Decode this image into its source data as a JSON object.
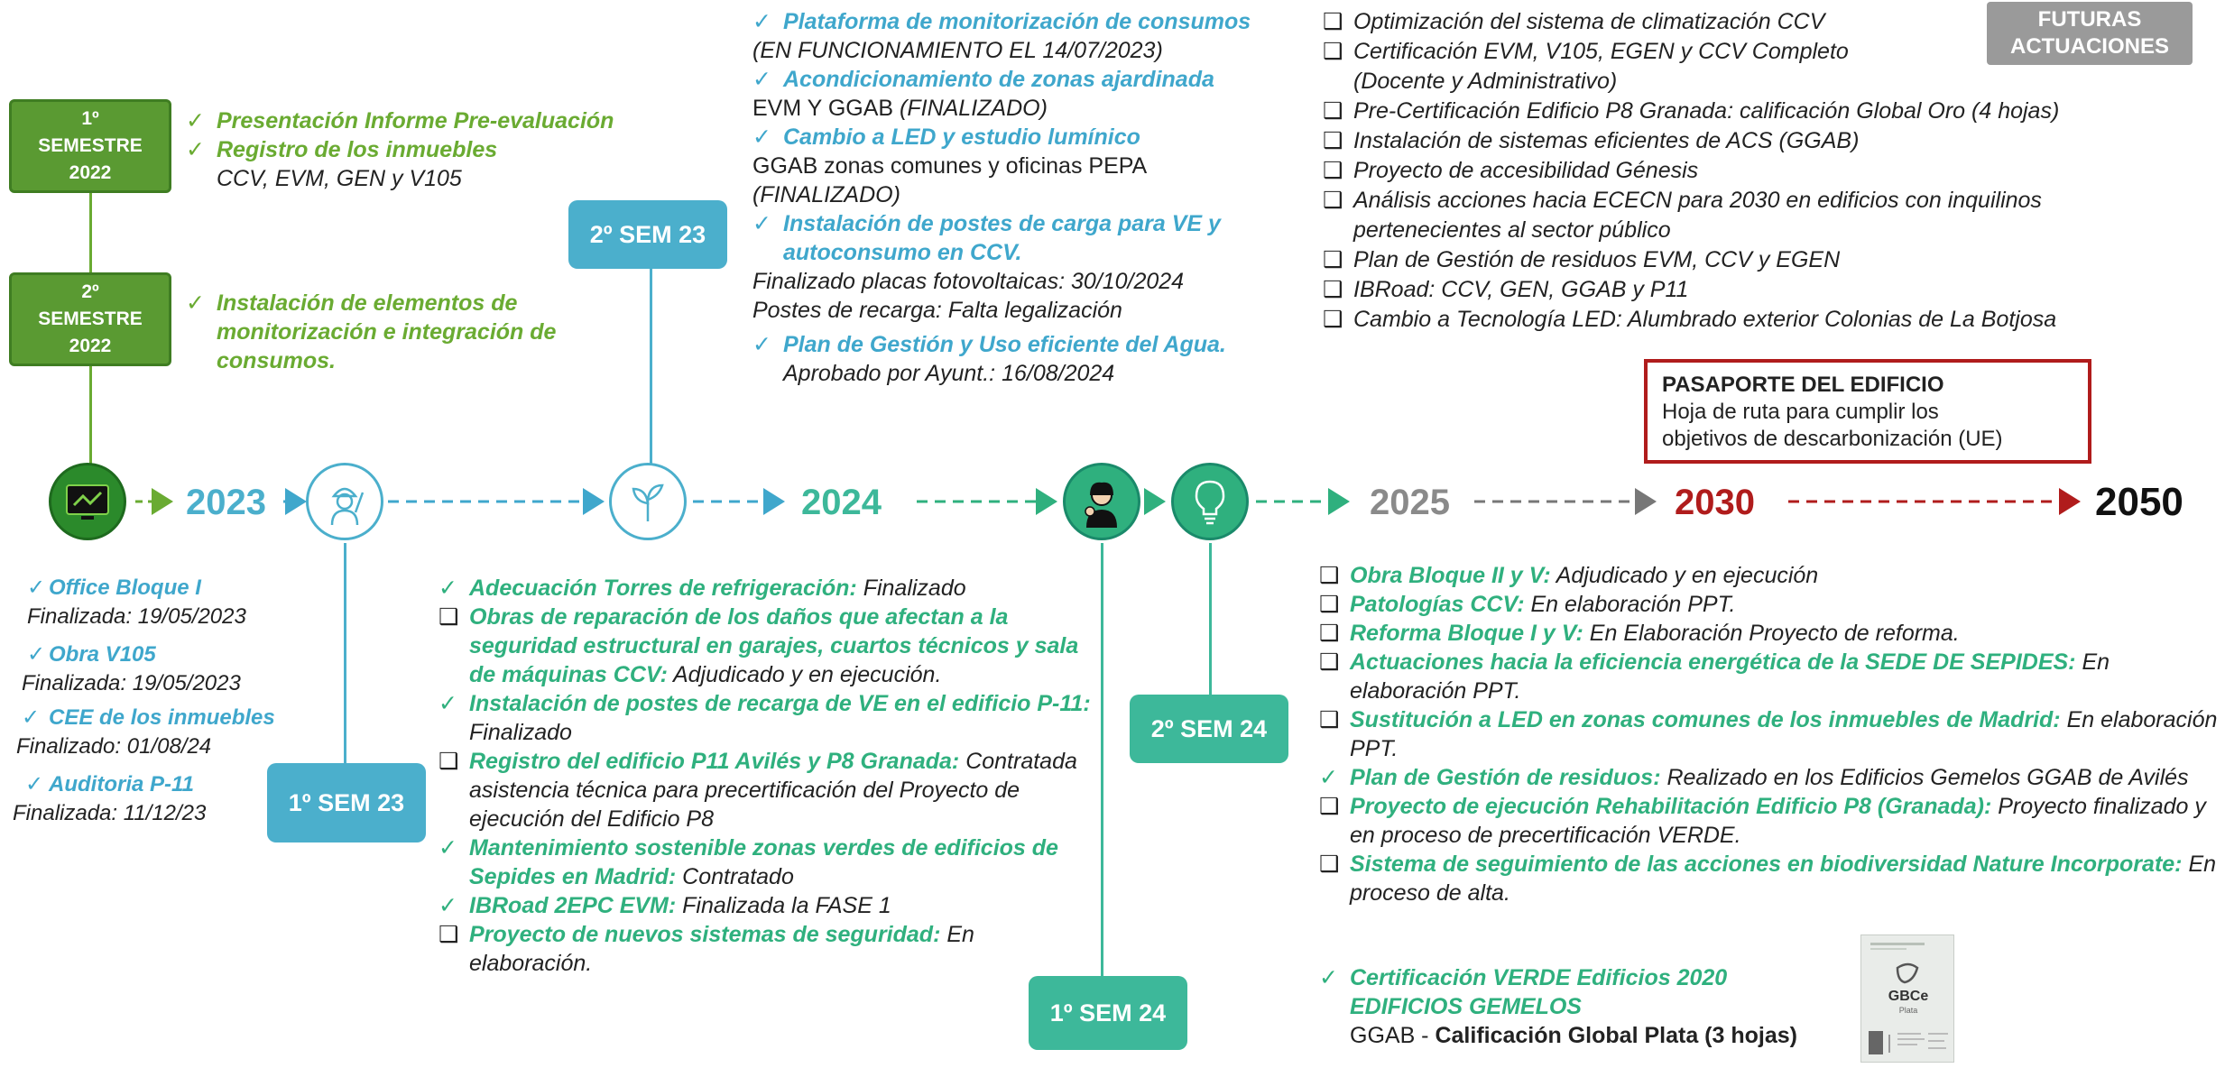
{
  "timeline": {
    "years": [
      "2023",
      "2024",
      "2025",
      "2030",
      "2050"
    ]
  },
  "boxes": {
    "sem1_2022": [
      "1º",
      "SEMESTRE",
      "2022"
    ],
    "sem2_2022": [
      "2º",
      "SEMESTRE",
      "2022"
    ],
    "sem2_23": "2º SEM 23",
    "sem1_23": "1º SEM 23",
    "sem2_24": "2º SEM 24",
    "sem1_24": "1º SEM 24",
    "futuras": [
      "FUTURAS",
      "ACTUACIONES"
    ]
  },
  "sem1_2022_items": [
    {
      "mark": "✓",
      "bold": "Presentación Informe Pre-evaluación"
    },
    {
      "mark": "✓",
      "bold": "Registro de los inmuebles"
    }
  ],
  "sem1_2022_sub": "CCV, EVM, GEN y V105",
  "sem2_2022_items": [
    {
      "mark": "✓",
      "bold": "Instalación de elementos de monitorización e integración de consumos."
    }
  ],
  "sem2_23_list": {
    "l1_bold": "Plataforma de monitorización de consumos",
    "l1_sub": "(EN FUNCIONAMIENTO EL 14/07/2023)",
    "l2_bold": "Acondicionamiento de zonas ajardinada",
    "l2_sub_a": "EVM Y GGAB ",
    "l2_sub_b": "(FINALIZADO)",
    "l3_bold": "Cambio a LED y estudio lumínico",
    "l3_sub_a": " GGAB zonas comunes y oficinas PEPA",
    "l3_sub_b": "(FINALIZADO)",
    "l4_bold": "Instalación de postes de carga para VE y autoconsumo en CCV.",
    "l4_sub1": "Finalizado placas fotovoltaicas:  30/10/2024",
    "l4_sub2": "Postes de recarga: Falta legalización",
    "l5_bold": "Plan de Gestión y Uso eficiente del Agua.",
    "l5_sub": "Aprobado por Ayunt.: 16/08/2024"
  },
  "futuras_items": [
    "Optimización del sistema de climatización CCV",
    "Certificación EVM, V105, EGEN y CCV Completo",
    "(Docente y Administrativo)",
    "Pre-Certificación Edificio P8 Granada: calificación Global Oro (4 hojas)",
    "Instalación de sistemas eficientes de ACS (GGAB)",
    "Proyecto de accesibilidad Génesis",
    "Análisis acciones hacia ECECN para 2030 en edificios con inquilinos",
    "pertenecientes al sector público",
    "Plan de Gestión de residuos EVM, CCV y EGEN",
    "IBRoad: CCV, GEN, GGAB y P11",
    "Cambio a Tecnología LED: Alumbrado exterior Colonias de La Botjosa"
  ],
  "pasaporte": {
    "title": "PASAPORTE DEL EDIFICIO",
    "line1": "Hoja de ruta para cumplir los",
    "line2": "objetivos de descarbonización (UE)"
  },
  "sem1_23_list": [
    {
      "bold": "Office Bloque I",
      "sub": "Finalizada: 19/05/2023"
    },
    {
      "bold": "Obra V105",
      "sub": "Finalizada: 19/05/2023"
    },
    {
      "bold": "CEE de los inmuebles",
      "sub": "Finalizado: 01/08/24"
    },
    {
      "bold": "Auditoria P-11",
      "sub": "Finalizada: 11/12/23"
    }
  ],
  "sem1_24_list": {
    "a_bold": "Adecuación Torres de refrigeración:",
    "a_rest": " Finalizado",
    "b_bold": "Obras de reparación de los daños que afectan a la seguridad estructural en garajes, cuartos técnicos y sala de máquinas CCV:",
    "b_rest": " Adjudicado y en ejecución.",
    "c_bold": "Instalación de postes de recarga de VE en el edificio P-11:",
    "c_rest": " Finalizado",
    "d_bold": "Registro del edificio P11 Avilés y P8 Granada:",
    "d_rest": " Contratada asistencia técnica para precertificación del Proyecto de ejecución del Edificio P8",
    "e_bold": "Mantenimiento sostenible zonas verdes de edificios de Sepides en Madrid:",
    "e_rest": " Contratado",
    "f_bold": "IBRoad 2EPC EVM:",
    "f_rest": " Finalizada la FASE 1",
    "g_bold": "Proyecto de nuevos sistemas de seguridad:",
    "g_rest": " En elaboración."
  },
  "sem2_24_list": {
    "a_bold": "Obra Bloque II y V:",
    "a_rest": " Adjudicado y en ejecución",
    "b_bold": "Patologías CCV:",
    "b_rest": " En elaboración PPT.",
    "c_bold": "Reforma Bloque I y V:",
    "c_rest": " En Elaboración Proyecto de reforma.",
    "d_bold": "Actuaciones hacia la eficiencia energética de la SEDE DE SEPIDES:",
    "d_rest": " En elaboración PPT.",
    "e_bold": "Sustitución a LED en zonas comunes de los inmuebles de Madrid:",
    "e_rest": " En elaboración PPT.",
    "f_bold": "Plan de Gestión de residuos:",
    "f_rest": " Realizado en los Edificios Gemelos GGAB de Avilés",
    "g_bold": "Proyecto de ejecución Rehabilitación Edificio P8 (Granada):",
    "g_rest": " Proyecto finalizado y en proceso de precertificación VERDE.",
    "h_bold": "Sistema de seguimiento de las acciones en biodiversidad Nature Incorporate:",
    "h_rest": " En proceso de alta."
  },
  "verde": {
    "line1": "Certificación VERDE Edificios 2020",
    "line2": "EDIFICIOS GEMELOS",
    "line3_a": "GGAB - ",
    "line3_b": "Calificación Global Plata (3 hojas)"
  },
  "gbce_logo": {
    "text": "GBCe",
    "sub": "Plata"
  },
  "colors": {
    "green": "#5a9a32",
    "blue": "#4bafcc",
    "teal": "#3db89a",
    "gray": "#9a9a9a",
    "red": "#b01c1c",
    "dark_teal": "#1a8a6a"
  },
  "icons": [
    "monitor-icon",
    "worker-icon",
    "sprout-icon",
    "worker-woman-icon",
    "lightbulb-icon",
    "gbce-certificate-icon"
  ]
}
